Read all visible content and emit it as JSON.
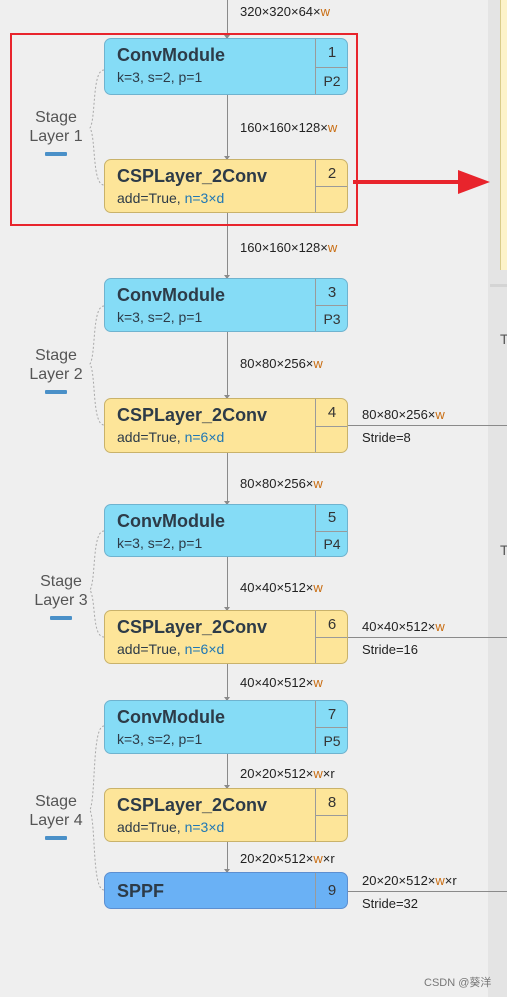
{
  "top_shape": {
    "dims": "320×320×64×",
    "w": "w"
  },
  "stages": [
    {
      "line1": "Stage",
      "line2": "Layer 1"
    },
    {
      "line1": "Stage",
      "line2": "Layer 2"
    },
    {
      "line1": "Stage",
      "line2": "Layer 3"
    },
    {
      "line1": "Stage",
      "line2": "Layer 4"
    }
  ],
  "nodes": [
    {
      "title": "ConvModule",
      "params": "k=3, s=2, p=1",
      "num": "1",
      "p": "P2"
    },
    {
      "title": "CSPLayer_2Conv",
      "params": "add=True, ",
      "hl": "n=3×d",
      "num": "2"
    },
    {
      "title": "ConvModule",
      "params": "k=3, s=2, p=1",
      "num": "3",
      "p": "P3"
    },
    {
      "title": "CSPLayer_2Conv",
      "params": "add=True, ",
      "hl": "n=6×d",
      "num": "4"
    },
    {
      "title": "ConvModule",
      "params": "k=3, s=2, p=1",
      "num": "5",
      "p": "P4"
    },
    {
      "title": "CSPLayer_2Conv",
      "params": "add=True, ",
      "hl": "n=6×d",
      "num": "6"
    },
    {
      "title": "ConvModule",
      "params": "k=3, s=2, p=1",
      "num": "7",
      "p": "P5"
    },
    {
      "title": "CSPLayer_2Conv",
      "params": "add=True, ",
      "hl": "n=3×d",
      "num": "8"
    },
    {
      "title": "SPPF",
      "num": "9"
    }
  ],
  "shapes": [
    {
      "dims": "160×160×128×",
      "w": "w"
    },
    {
      "dims": "160×160×128×",
      "w": "w"
    },
    {
      "dims": "80×80×256×",
      "w": "w"
    },
    {
      "dims": "80×80×256×",
      "w": "w"
    },
    {
      "dims": "40×40×512×",
      "w": "w"
    },
    {
      "dims": "40×40×512×",
      "w": "w"
    },
    {
      "dims": "20×20×512×",
      "w": "w",
      "r": "×r"
    },
    {
      "dims": "20×20×512×",
      "w": "w",
      "r": "×r"
    }
  ],
  "outputs": [
    {
      "dims": "80×80×256×",
      "w": "w",
      "stride": "Stride=8"
    },
    {
      "dims": "40×40×512×",
      "w": "w",
      "stride": "Stride=16"
    },
    {
      "dims": "20×20×512×",
      "w": "w",
      "r": "×r",
      "stride": "Stride=32"
    }
  ],
  "right_panel": {
    "t1": "T",
    "t2": "T"
  },
  "colors": {
    "highlight_box": "#e8242c",
    "arrow": "#e8242c",
    "conv": "#85dcf6",
    "csp": "#fde599",
    "sppf": "#6ab1f5"
  },
  "watermark": "CSDN @葵洋"
}
